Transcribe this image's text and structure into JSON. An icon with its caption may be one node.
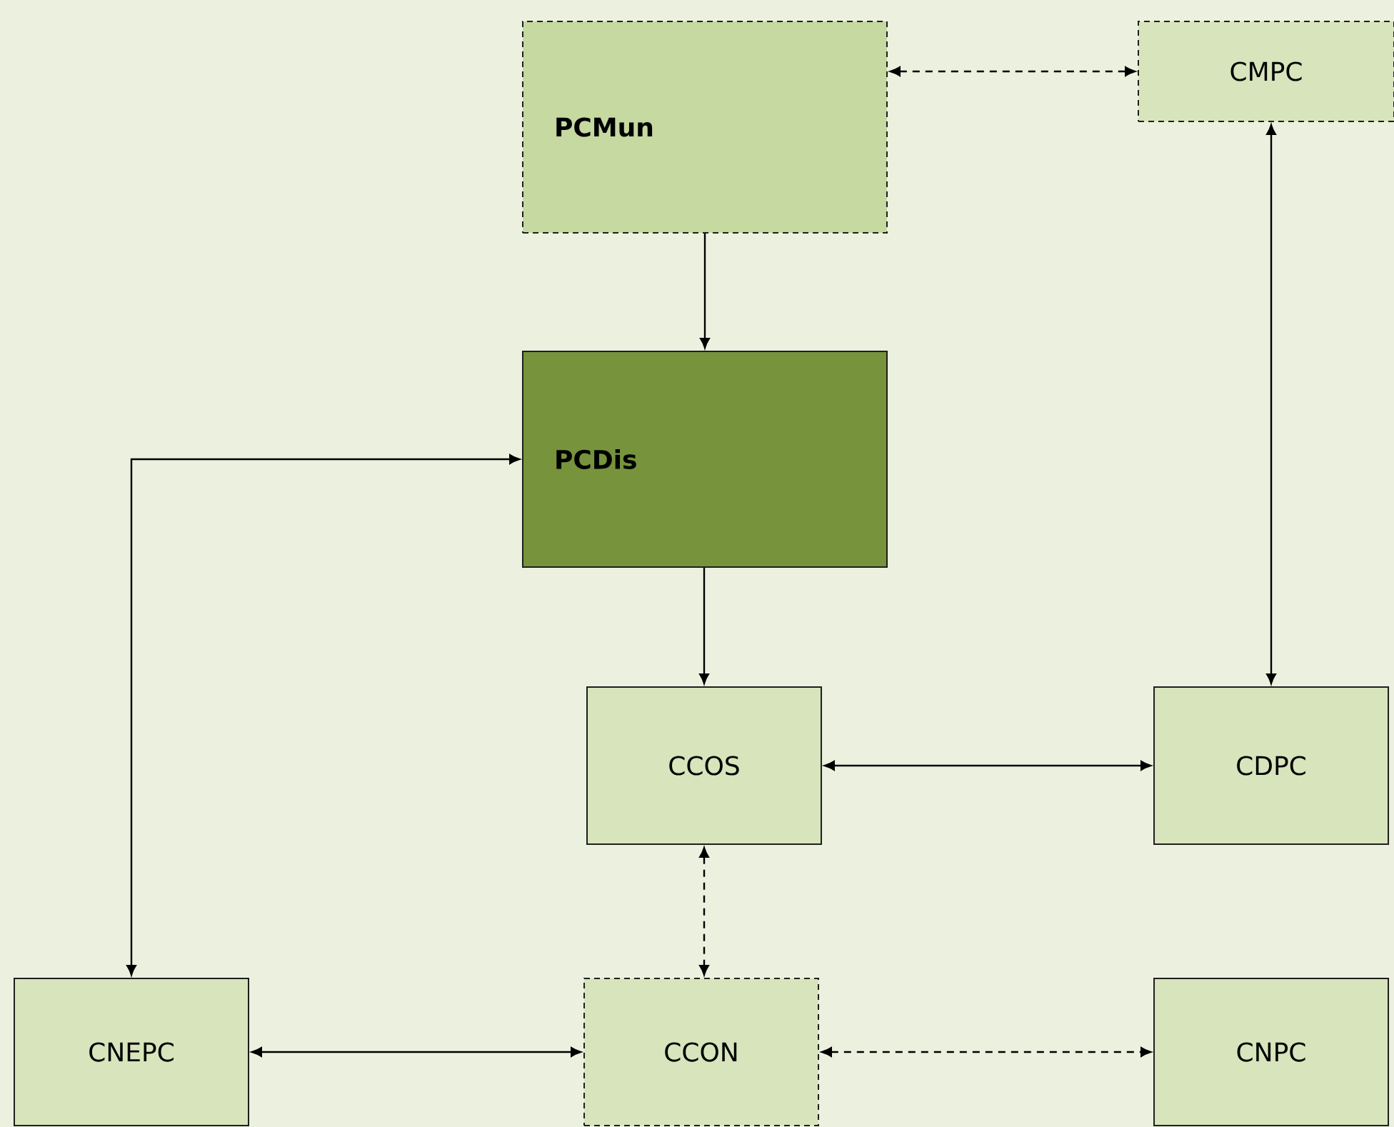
{
  "diagram": {
    "nodes": [
      {
        "text": [
          "PCMun"
        ]
      },
      {
        "text": [
          "CMPC"
        ]
      },
      {
        "text": [
          "PCDis"
        ]
      },
      {
        "text": [
          "CCOS"
        ]
      },
      {
        "text": [
          "CDPC"
        ]
      },
      {
        "text": [
          "CNEPC"
        ]
      },
      {
        "text": [
          "CCON"
        ]
      },
      {
        "text": [
          "CNPC"
        ]
      }
    ],
    "edges": [
      {
        "from": 0,
        "to": 1,
        "arrow": "both",
        "style": "dashed"
      },
      {
        "from": 1,
        "to": 4,
        "arrow": "both"
      },
      {
        "from": 0,
        "to": 2,
        "arrow": "to"
      },
      {
        "from": 2,
        "to": 3,
        "arrow": "to"
      },
      {
        "from": 5,
        "to": 2,
        "arrow": "both"
      },
      {
        "from": 3,
        "to": 4,
        "arrow": "both"
      },
      {
        "from": 3,
        "to": 6,
        "arrow": "both",
        "style": "dashed"
      },
      {
        "from": 5,
        "to": 6,
        "arrow": "both"
      },
      {
        "from": 6,
        "to": 7,
        "arrow": "both",
        "style": "dashed"
      }
    ]
  }
}
